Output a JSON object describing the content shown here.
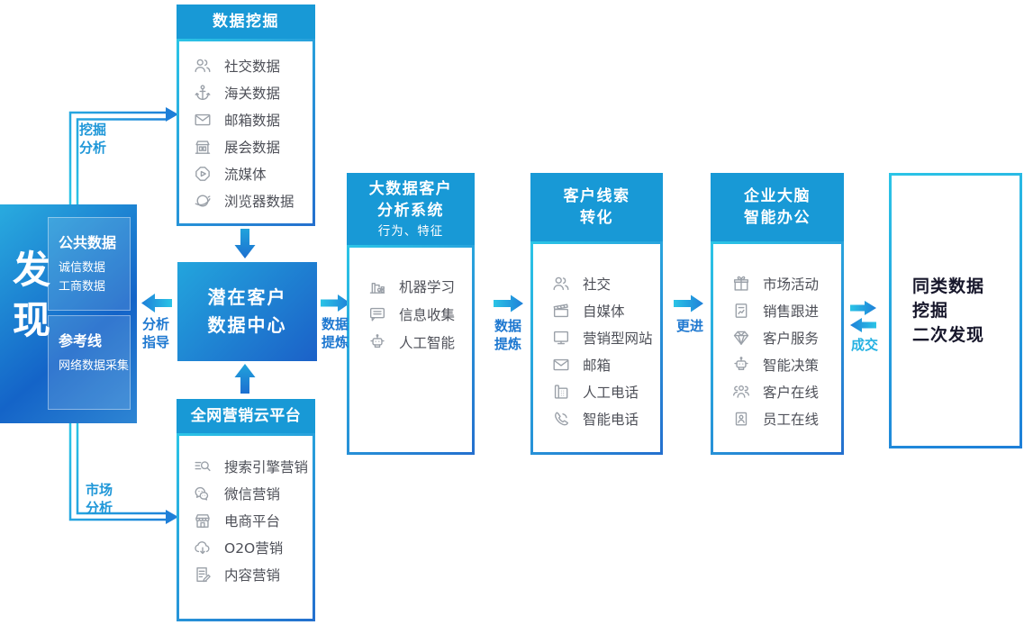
{
  "colors": {
    "header_blue": "#1899D6",
    "arrow_blue": "#1E7FD8",
    "arrow_cyan": "#2BC4E6",
    "label_blue": "#1E78D0",
    "label_cyan": "#26B2E2",
    "item_text": "#4E5058",
    "icon_gray": "#9AA0A8",
    "dark_text": "#17172B"
  },
  "discover": {
    "title_vertical": [
      "发",
      "现"
    ],
    "groups": [
      {
        "title": "公共数据",
        "lines": [
          "诚信数据",
          "工商数据"
        ]
      },
      {
        "title": "参考线",
        "lines": [
          "网络数据采集"
        ]
      }
    ]
  },
  "mining": {
    "title": "数据挖掘",
    "items": [
      {
        "icon": "social-users-icon",
        "label": "社交数据"
      },
      {
        "icon": "anchor-icon",
        "label": "海关数据"
      },
      {
        "icon": "mail-icon",
        "label": "邮箱数据"
      },
      {
        "icon": "exhibition-booth-icon",
        "label": "展会数据"
      },
      {
        "icon": "stream-play-icon",
        "label": "流媒体"
      },
      {
        "icon": "browser-planet-icon",
        "label": "浏览器数据"
      }
    ]
  },
  "data_center": {
    "title_lines": [
      "潜在客户",
      "数据中心"
    ]
  },
  "marketing": {
    "title": "全网营销云平台",
    "items": [
      {
        "icon": "search-engine-icon",
        "label": "搜索引擎营销"
      },
      {
        "icon": "wechat-icon",
        "label": "微信营销"
      },
      {
        "icon": "store-icon",
        "label": "电商平台"
      },
      {
        "icon": "cloud-o2o-icon",
        "label": "O2O营销"
      },
      {
        "icon": "content-doc-icon",
        "label": "内容营销"
      }
    ]
  },
  "analysis": {
    "title_lines": [
      "大数据客户",
      "分析系统"
    ],
    "subtitle": "行为、特征",
    "items": [
      {
        "icon": "machine-learning-icon",
        "label": "机器学习"
      },
      {
        "icon": "message-lines-icon",
        "label": "信息收集"
      },
      {
        "icon": "robot-icon",
        "label": "人工智能"
      }
    ]
  },
  "leads": {
    "title_lines": [
      "客户线索",
      "转化"
    ],
    "items": [
      {
        "icon": "social-users-icon",
        "label": "社交"
      },
      {
        "icon": "clapperboard-icon",
        "label": "自媒体"
      },
      {
        "icon": "monitor-icon",
        "label": "营销型网站"
      },
      {
        "icon": "mail-icon",
        "label": "邮箱"
      },
      {
        "icon": "desk-phone-icon",
        "label": "人工电话"
      },
      {
        "icon": "phone-handset-icon",
        "label": "智能电话"
      }
    ]
  },
  "brain": {
    "title_lines": [
      "企业大脑",
      "智能办公"
    ],
    "items": [
      {
        "icon": "gift-icon",
        "label": "市场活动"
      },
      {
        "icon": "report-chart-icon",
        "label": "销售跟进"
      },
      {
        "icon": "diamond-icon",
        "label": "客户服务"
      },
      {
        "icon": "robot-icon",
        "label": "智能决策"
      },
      {
        "icon": "users-group-icon",
        "label": "客户在线"
      },
      {
        "icon": "id-badge-icon",
        "label": "员工在线"
      }
    ]
  },
  "rediscover": {
    "lines": [
      "同类数据",
      "挖掘",
      "二次发现"
    ]
  },
  "flow_labels": {
    "dig": [
      "挖掘",
      "分析"
    ],
    "guide": [
      "分析",
      "指导"
    ],
    "market": [
      "市场",
      "分析"
    ],
    "refine1": [
      "数据",
      "提炼"
    ],
    "refine2": [
      "数据",
      "提炼"
    ],
    "follow": "更进",
    "deal": "成交"
  }
}
